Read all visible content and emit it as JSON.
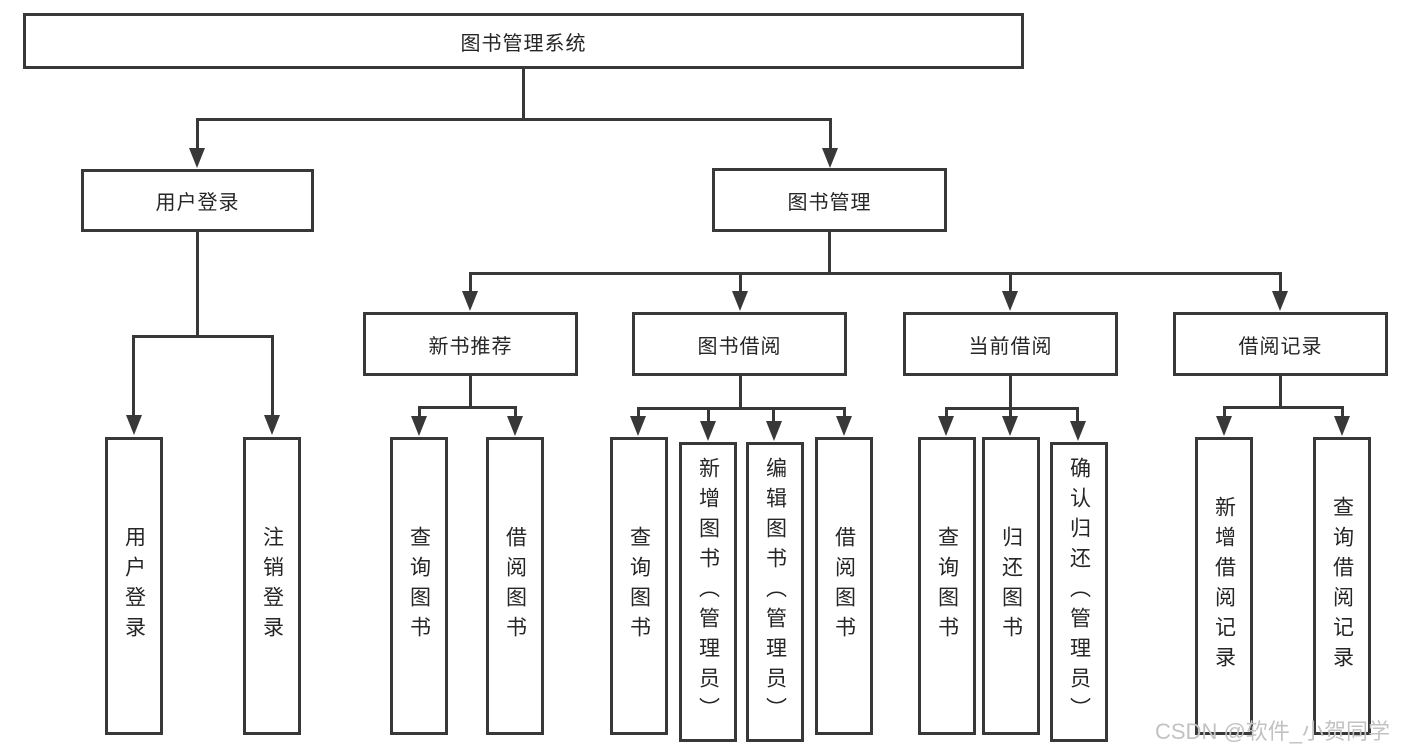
{
  "watermark": "CSDN @软件_小贺同学",
  "colors": {
    "line": "#383838",
    "text": "#262626",
    "watermark": "#c2c2c2",
    "background": "#ffffff"
  },
  "tree": {
    "root": {
      "label": "图书管理系统"
    },
    "branches": [
      {
        "label": "用户登录",
        "children": [
          {
            "label": "用户登录"
          },
          {
            "label": "注销登录"
          }
        ]
      },
      {
        "label": "图书管理",
        "children": [
          {
            "label": "新书推荐",
            "children": [
              {
                "label": "查询图书"
              },
              {
                "label": "借阅图书"
              }
            ]
          },
          {
            "label": "图书借阅",
            "children": [
              {
                "label": "查询图书"
              },
              {
                "label": "新增图书（管理员）"
              },
              {
                "label": "编辑图书（管理员）"
              },
              {
                "label": "借阅图书"
              }
            ]
          },
          {
            "label": "当前借阅",
            "children": [
              {
                "label": "查询图书"
              },
              {
                "label": "归还图书"
              },
              {
                "label": "确认归还（管理员）"
              }
            ]
          },
          {
            "label": "借阅记录",
            "children": [
              {
                "label": "新增借阅记录"
              },
              {
                "label": "查询借阅记录"
              }
            ]
          }
        ]
      }
    ]
  }
}
